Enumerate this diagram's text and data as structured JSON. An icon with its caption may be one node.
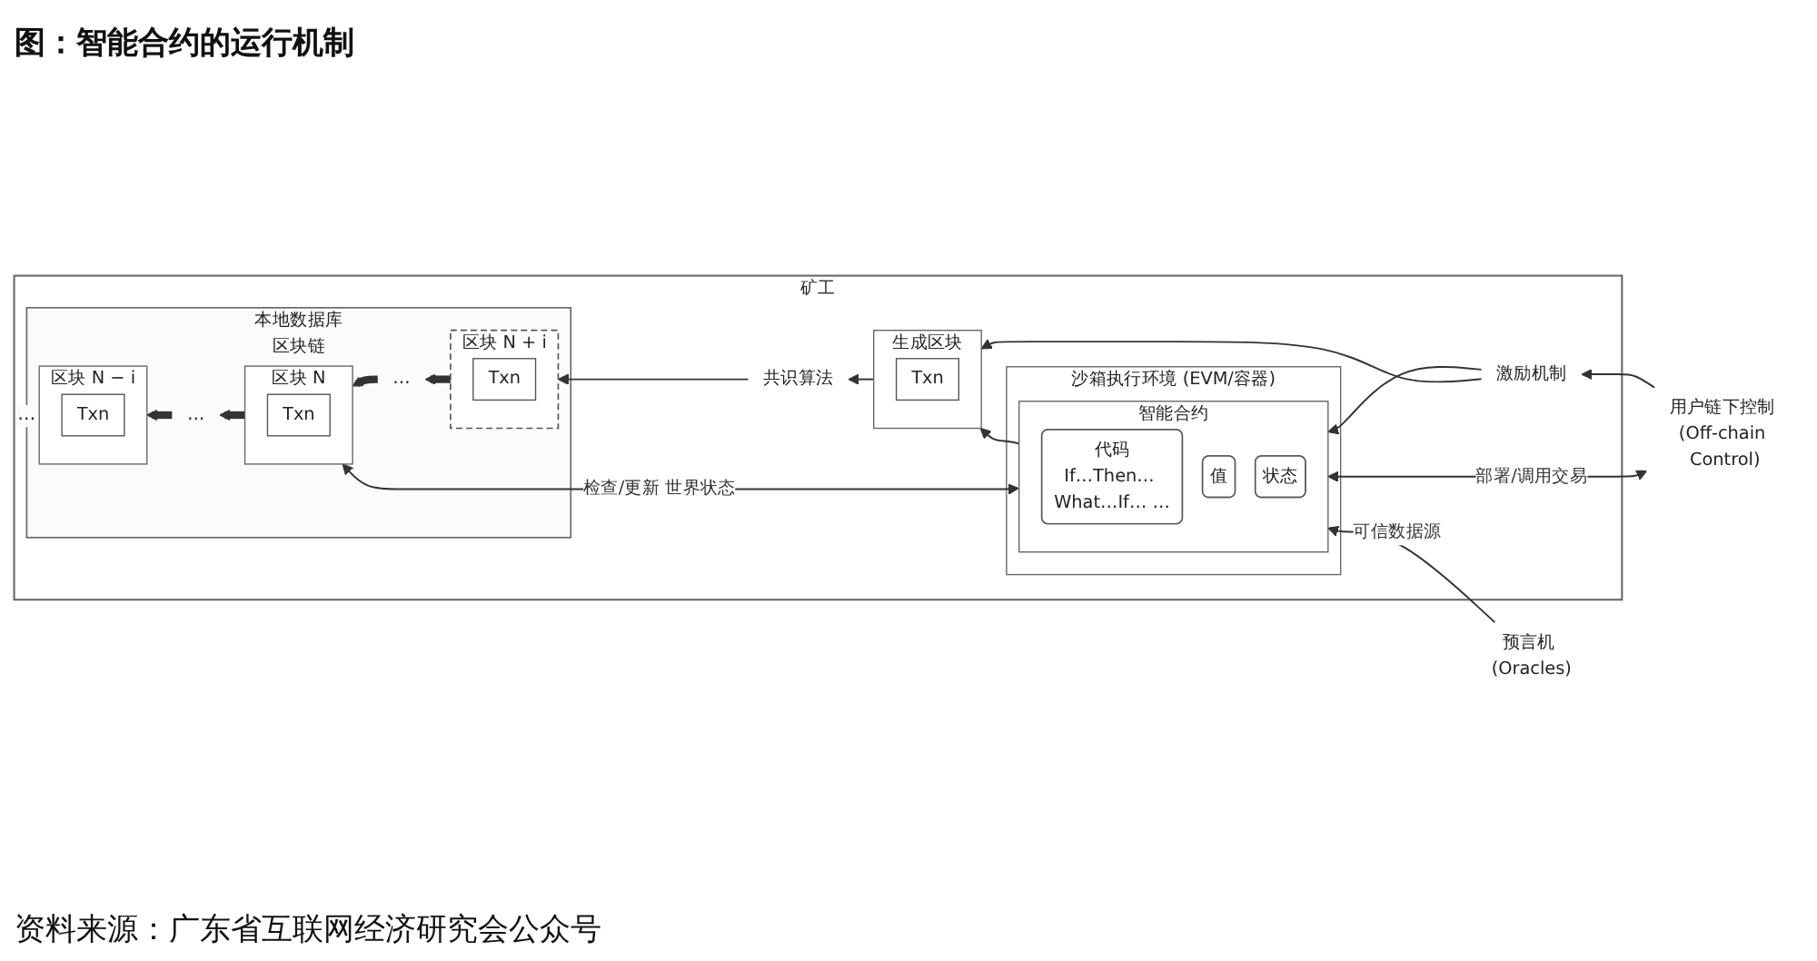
{
  "diagram": {
    "title": "图：智能合约的运行机制",
    "caption": "资料来源：广东省互联网经济研究会公众号",
    "nodes": [
      {
        "text": [
          "用户链下控制 (Off-chain Control)"
        ]
      },
      {
        "text": [
          "预言机 (Oracles)"
        ]
      },
      {
        "text": [
          "矿工"
        ]
      },
      {
        "text": [
          "沙箱执行环境 (EVM/容器)"
        ],
        "in": 2
      },
      {
        "text": [
          "智能合约"
        ],
        "in": 3
      },
      {
        "text": [
          "代码",
          "If…Then… What…If… …"
        ],
        "in": 4
      },
      {
        "text": [
          "值"
        ],
        "in": 4
      },
      {
        "text": [
          "状态"
        ],
        "in": 4
      },
      {
        "text": [
          "激励机制"
        ],
        "in": 2
      },
      {
        "text": [
          "生成区块"
        ],
        "in": 2
      },
      {
        "text": [
          "Txn"
        ],
        "in": 9
      },
      {
        "text": [
          "共识算法"
        ],
        "in": 2
      },
      {
        "text": [
          "本地数据库",
          "区块链"
        ],
        "in": 2
      },
      {
        "text": [
          "区块 N − i"
        ],
        "in": 12
      },
      {
        "text": [
          "Txn"
        ],
        "in": 13
      },
      {
        "text": [
          "…"
        ],
        "in": 12
      },
      {
        "text": [
          "区块 N"
        ],
        "in": 12
      },
      {
        "text": [
          "Txn"
        ],
        "in": 16
      },
      {
        "text": [
          "…"
        ],
        "in": 12
      },
      {
        "text": [
          "区块 N + i"
        ],
        "in": 12
      },
      {
        "text": [
          "Txn"
        ],
        "in": 19
      }
    ],
    "edges": [
      {
        "from": 0,
        "to": 4,
        "arrow": "both",
        "label": "部署/调用交易"
      },
      {
        "from": 0,
        "to": 8,
        "arrow": "to"
      },
      {
        "from": 8,
        "to": 4,
        "arrow": "to"
      },
      {
        "from": 8,
        "to": 9,
        "arrow": "to"
      },
      {
        "from": 4,
        "to": 9,
        "arrow": "to"
      },
      {
        "from": 9,
        "to": 11,
        "arrow": "to"
      },
      {
        "from": 11,
        "to": 19,
        "arrow": "to"
      },
      {
        "from": 4,
        "to": 16,
        "arrow": "both",
        "label": "检查/更新 世界状态"
      },
      {
        "from": 19,
        "to": 18,
        "arrow": "to",
        "style": "thick"
      },
      {
        "from": 18,
        "to": 16,
        "arrow": "to",
        "style": "thick"
      },
      {
        "from": 16,
        "to": 15,
        "arrow": "to",
        "style": "thick"
      },
      {
        "from": 15,
        "to": 13,
        "arrow": "to",
        "style": "thick"
      },
      {
        "from": 1,
        "to": 4,
        "arrow": "to",
        "label": "可信数据源"
      }
    ],
    "labels": [
      "…"
    ]
  }
}
